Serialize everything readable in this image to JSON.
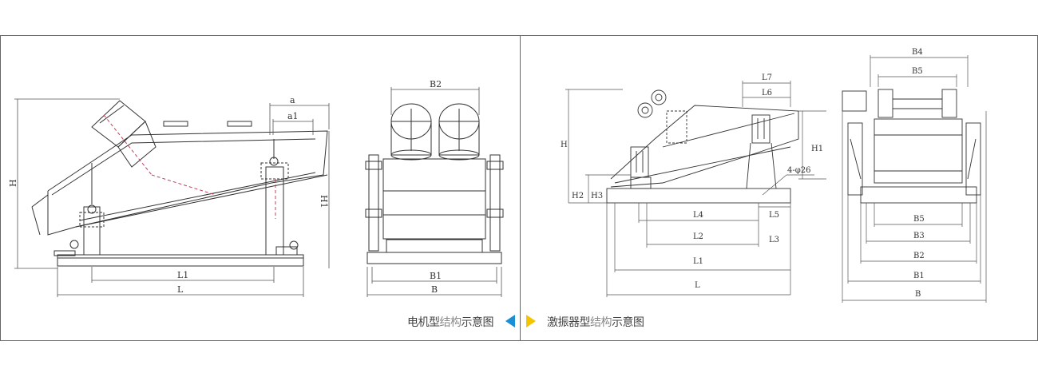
{
  "colors": {
    "border": "#666666",
    "line": "#333333",
    "dim": "#555555",
    "hidden": "#c0405a",
    "arrow_left": "#1a8fd6",
    "arrow_right": "#f5c400"
  },
  "icons": {
    "left_arrow": "left-triangle-icon",
    "right_arrow": "right-triangle-icon"
  },
  "captions": {
    "left_prefix": "电机型",
    "left_mid": "结构",
    "left_suffix": "示意图",
    "right_prefix": "激振器型",
    "right_mid": "结构",
    "right_suffix": "示意图"
  },
  "motor_side": {
    "dims": {
      "a": "a",
      "a1": "a1",
      "H": "H",
      "H1": "H1",
      "L1": "L1",
      "L": "L"
    }
  },
  "motor_end": {
    "dims": {
      "B2": "B2",
      "B1": "B1",
      "B": "B"
    }
  },
  "exciter_side": {
    "dims": {
      "L7": "L7",
      "L6": "L6",
      "H": "H",
      "H1": "H1",
      "H2": "H2",
      "H3": "H3",
      "hole": "4-φ26",
      "L4": "L4",
      "L5": "L5",
      "L2": "L2",
      "L3": "L3",
      "L1": "L1",
      "L": "L"
    }
  },
  "exciter_end": {
    "dims": {
      "B4": "B4",
      "B5": "B5",
      "B3b": "B5",
      "B3": "B3",
      "B2": "B2",
      "B1": "B1",
      "B": "B"
    }
  }
}
